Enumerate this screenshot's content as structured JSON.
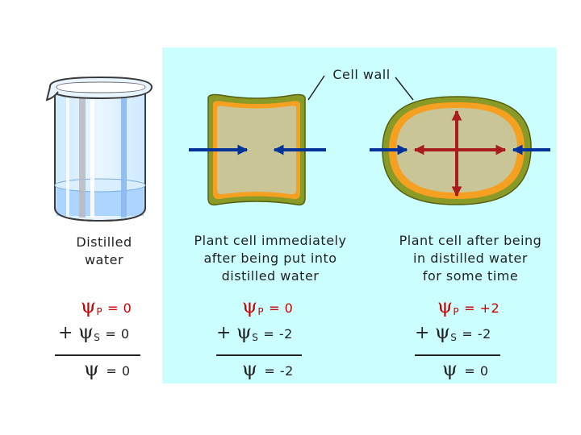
{
  "labels": {
    "cell_wall": "Cell wall",
    "beaker": "Distilled\nwater",
    "cell1": "Plant cell immediately\nafter being put into\ndistilled water",
    "cell2": "Plant cell after being\nin distilled water\nfor some time"
  },
  "symbols": {
    "psi": "ψ",
    "plus": "+",
    "p": "P",
    "s": "S"
  },
  "equations": {
    "beaker": {
      "p": "= 0",
      "s": "= 0",
      "total": "= 0"
    },
    "cell1": {
      "p": "= 0",
      "s": "= -2",
      "total": "= -2"
    },
    "cell2": {
      "p": "= +2",
      "s": "= -2",
      "total": "= 0"
    }
  },
  "colors": {
    "panel": "#ccffff",
    "cell_wall": "#8a9a26",
    "membrane": "#f5a020",
    "cytoplasm": "#c9c596",
    "water_arrow": "#003399",
    "pressure_arrow": "#a81c1c",
    "pressure_text": "#cc0000"
  }
}
